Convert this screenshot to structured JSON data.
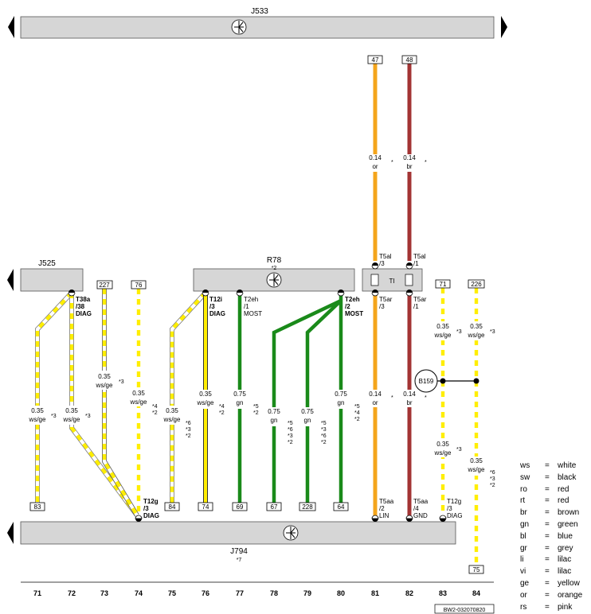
{
  "components": {
    "J533": {
      "label": "J533"
    },
    "J525": {
      "label": "J525"
    },
    "R78": {
      "label": "R78",
      "sub": "*2",
      "ti": "TI"
    },
    "J794": {
      "label": "J794",
      "sub": "*7"
    },
    "B159": {
      "label": "B159"
    }
  },
  "refs": {
    "r47": "47",
    "r48": "48",
    "r227": "227",
    "r76": "76",
    "r71": "71",
    "r226": "226",
    "r83": "83",
    "r84": "84",
    "r74": "74",
    "r69": "69",
    "r67": "67",
    "r228": "228",
    "r64": "64",
    "r75": "75"
  },
  "connectors": {
    "t38a": [
      "T38a",
      "/38",
      "DIAG"
    ],
    "t12i": [
      "T12i",
      "/3",
      "DIAG"
    ],
    "t2eh1": [
      "T2eh",
      "/1",
      "MOST"
    ],
    "t2eh2": [
      "T2eh",
      "/2",
      "MOST"
    ],
    "t5al3": [
      "T5al",
      "/3"
    ],
    "t5al1": [
      "T5al",
      "/1"
    ],
    "t5ar3": [
      "T5ar",
      "/3"
    ],
    "t5ar1": [
      "T5ar",
      "/1"
    ],
    "t12g_74": [
      "T12g",
      "/3",
      "DIAG"
    ],
    "t5aa2": [
      "T5aa",
      "/2",
      "LIN"
    ],
    "t5aa4": [
      "T5aa",
      "/4",
      "GND"
    ],
    "t12g_83": [
      "T12g",
      "/3",
      "DIAG"
    ]
  },
  "wires": {
    "w71": {
      "size": "0.35",
      "color": "ws/ge",
      "notes": [
        "*3"
      ]
    },
    "w72": {
      "size": "0.35",
      "color": "ws/ge",
      "notes": [
        "*3"
      ]
    },
    "w73": {
      "size": "0.35",
      "color": "ws/ge",
      "notes": [
        "*3"
      ]
    },
    "w74": {
      "size": "0.35",
      "color": "ws/ge",
      "notes": [
        "*4",
        "*2"
      ]
    },
    "w75": {
      "size": "0.35",
      "color": "ws/ge",
      "notes": [
        "*6",
        "*3",
        "*2"
      ]
    },
    "w76": {
      "size": "0.35",
      "color": "ws/ge",
      "notes": [
        "*4",
        "*2"
      ]
    },
    "w77": {
      "size": "0.75",
      "color": "gn",
      "notes": [
        "*5",
        "*2"
      ]
    },
    "w78": {
      "size": "0.75",
      "color": "gn",
      "notes": [
        "*5",
        "*6",
        "*3",
        "*2"
      ]
    },
    "w79": {
      "size": "0.75",
      "color": "gn",
      "notes": [
        "*5",
        "*3",
        "*6",
        "*2"
      ]
    },
    "w80": {
      "size": "0.75",
      "color": "gn",
      "notes": [
        "*5",
        "*4",
        "*2"
      ]
    },
    "w81a": {
      "size": "0.14",
      "color": "or",
      "notes": [
        "*"
      ]
    },
    "w82a": {
      "size": "0.14",
      "color": "br",
      "notes": [
        "*"
      ]
    },
    "w81b": {
      "size": "0.14",
      "color": "or",
      "notes": [
        "*"
      ]
    },
    "w82b": {
      "size": "0.14",
      "color": "br",
      "notes": [
        "*"
      ]
    },
    "w83a": {
      "size": "0.35",
      "color": "ws/ge",
      "notes": [
        "*3"
      ]
    },
    "w84a": {
      "size": "0.35",
      "color": "ws/ge",
      "notes": [
        "*3"
      ]
    },
    "w83b": {
      "size": "0.35",
      "color": "ws/ge",
      "notes": [
        "*3"
      ]
    },
    "w84b": {
      "size": "0.35",
      "color": "ws/ge",
      "notes": [
        "*6",
        "*3",
        "*2"
      ]
    }
  },
  "columns": [
    "71",
    "72",
    "73",
    "74",
    "75",
    "76",
    "77",
    "78",
    "79",
    "80",
    "81",
    "82",
    "83",
    "84"
  ],
  "legend": [
    {
      "code": "ws",
      "eq": "=",
      "name": "white"
    },
    {
      "code": "sw",
      "eq": "=",
      "name": "black"
    },
    {
      "code": "ro",
      "eq": "=",
      "name": "red"
    },
    {
      "code": "rt",
      "eq": "=",
      "name": "red"
    },
    {
      "code": "br",
      "eq": "=",
      "name": "brown"
    },
    {
      "code": "gn",
      "eq": "=",
      "name": "green"
    },
    {
      "code": "bl",
      "eq": "=",
      "name": "blue"
    },
    {
      "code": "gr",
      "eq": "=",
      "name": "grey"
    },
    {
      "code": "li",
      "eq": "=",
      "name": "lilac"
    },
    {
      "code": "vi",
      "eq": "=",
      "name": "lilac"
    },
    {
      "code": "ge",
      "eq": "=",
      "name": "yellow"
    },
    {
      "code": "or",
      "eq": "=",
      "name": "orange"
    },
    {
      "code": "rs",
      "eq": "=",
      "name": "pink"
    }
  ],
  "doc_id": "BW2-032070820",
  "colors": {
    "yellow": "#ffee00",
    "green": "#1a8a1a",
    "orange": "#f4a51c",
    "brown": "#a33434",
    "box": "#d6d6d6"
  }
}
